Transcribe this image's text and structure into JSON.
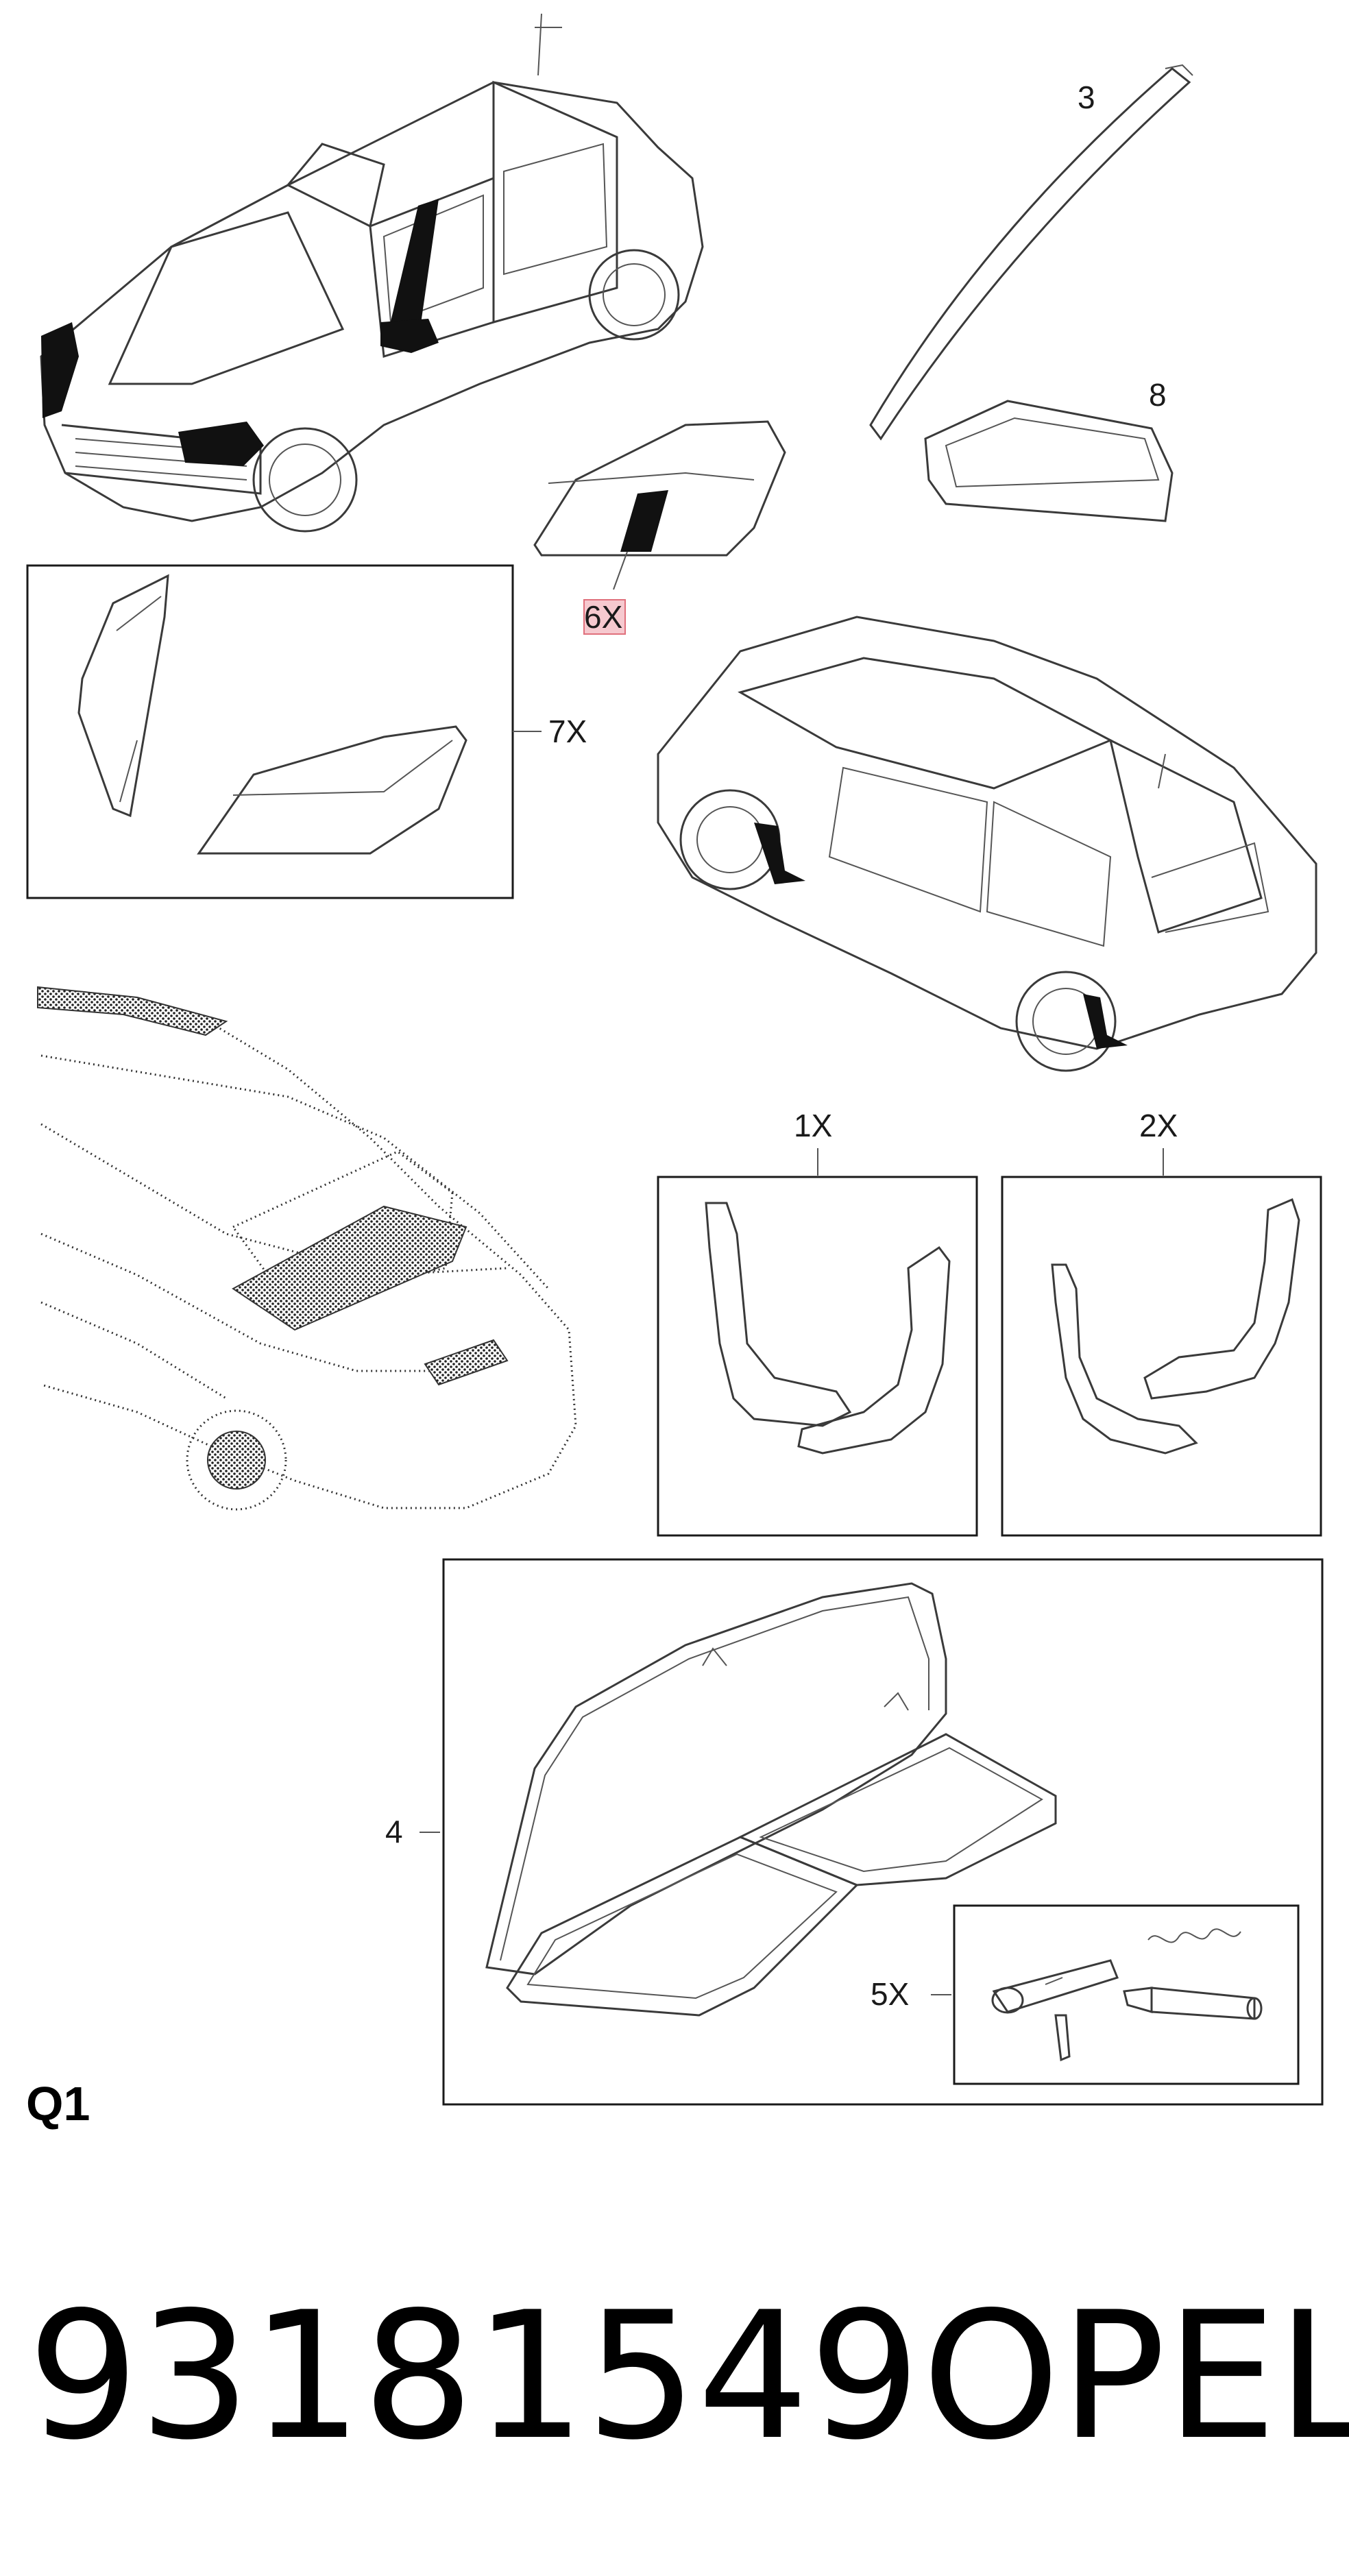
{
  "callouts": {
    "c3": "3",
    "c8": "8",
    "c6x": "6X",
    "c7x": "7X",
    "c1x": "1X",
    "c2x": "2X",
    "c4": "4",
    "c5x": "5X"
  },
  "diagram_label": "Q1",
  "part_number": "93181549",
  "brand": "OPEL",
  "colors": {
    "highlight_fill": "#f6c9cf",
    "highlight_stroke": "#e0707c",
    "ink": "#1a1a1a"
  }
}
